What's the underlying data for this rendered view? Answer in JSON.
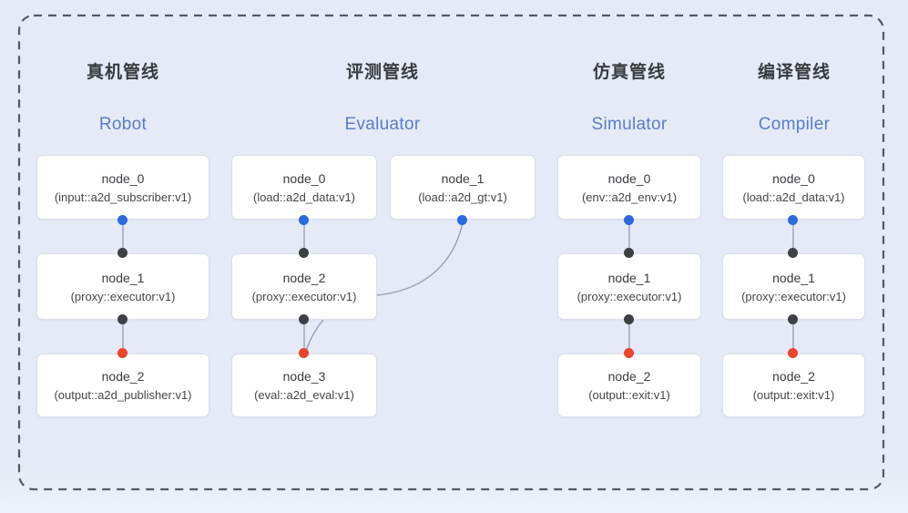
{
  "diagram": {
    "pipelines": [
      {
        "title_zh": "真机管线",
        "title_en": "Robot",
        "nodes": [
          {
            "name": "node_0",
            "type": "(input::a2d_subscriber:v1)"
          },
          {
            "name": "node_1",
            "type": "(proxy::executor:v1)"
          },
          {
            "name": "node_2",
            "type": "(output::a2d_publisher:v1)"
          }
        ]
      },
      {
        "title_zh": "评测管线",
        "title_en": "Evaluator",
        "nodes": [
          {
            "name": "node_0",
            "type": "(load::a2d_data:v1)"
          },
          {
            "name": "node_1",
            "type": "(load::a2d_gt:v1)"
          },
          {
            "name": "node_2",
            "type": "(proxy::executor:v1)"
          },
          {
            "name": "node_3",
            "type": "(eval::a2d_eval:v1)"
          }
        ]
      },
      {
        "title_zh": "仿真管线",
        "title_en": "Simulator",
        "nodes": [
          {
            "name": "node_0",
            "type": "(env::a2d_env:v1)"
          },
          {
            "name": "node_1",
            "type": "(proxy::executor:v1)"
          },
          {
            "name": "node_2",
            "type": "(output::exit:v1)"
          }
        ]
      },
      {
        "title_zh": "编译管线",
        "title_en": "Compiler",
        "nodes": [
          {
            "name": "node_0",
            "type": "(load::a2d_data:v1)"
          },
          {
            "name": "node_1",
            "type": "(proxy::executor:v1)"
          },
          {
            "name": "node_2",
            "type": "(output::exit:v1)"
          }
        ]
      }
    ],
    "colors": {
      "background": "#e5eaf6",
      "node_bg": "#fefefe",
      "node_border": "#dbdfe8",
      "dashed_border": "#56595f",
      "connector": "#99a3b4",
      "blue_dot": "#2a6ae0",
      "black_dot": "#3f4045",
      "red_dot": "#e8452c",
      "title_zh_color": "#3a3b40",
      "title_en_color": "#5b7cc8"
    }
  }
}
